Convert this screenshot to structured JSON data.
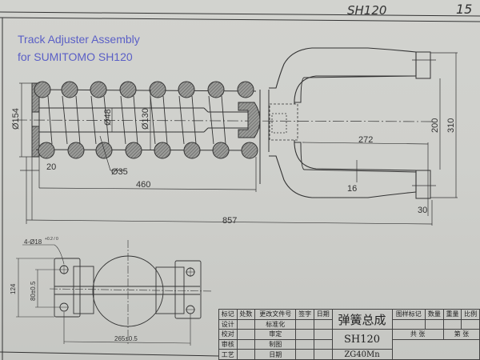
{
  "caption": {
    "line1": "Track Adjuster Assembly",
    "line2": "for SUMITOMO SH120",
    "color": "#5a5fc6"
  },
  "handwritten": {
    "model": "SH120",
    "page": "15"
  },
  "dimensions": {
    "flange_diameter": "Ø154",
    "rod_diameter": "Ø48",
    "spring_diameter": "Ø130",
    "wire_diameter": "Ø35",
    "flange_thickness": "20",
    "spring_length": "460",
    "overall_length": "857",
    "yoke_inner_length": "272",
    "yoke_inner_width": "200",
    "yoke_outer_width": "310",
    "yoke_wall": "16",
    "yoke_end": "30",
    "holes": "4-Ø18",
    "holes_tol": "+0.2 / 0",
    "hole_spacing_v": "80±0.5",
    "height": "124",
    "hole_spacing_h": "265±0.5"
  },
  "title_block": {
    "headers": [
      "标记",
      "处数",
      "更改文件号",
      "签字",
      "日期"
    ],
    "rows": [
      {
        "role": "设计",
        "field": "标准化"
      },
      {
        "role": "校对",
        "field": "审定"
      },
      {
        "role": "审核",
        "field": "制图"
      },
      {
        "role": "工艺",
        "field": "日期"
      }
    ],
    "part_name": "弹簧总成",
    "model": "SH120",
    "material": "ZG40Mn",
    "right_headers": [
      "图样标记",
      "数量",
      "重量",
      "比例"
    ],
    "sheet_total": "共  张",
    "sheet_no": "第  张"
  }
}
